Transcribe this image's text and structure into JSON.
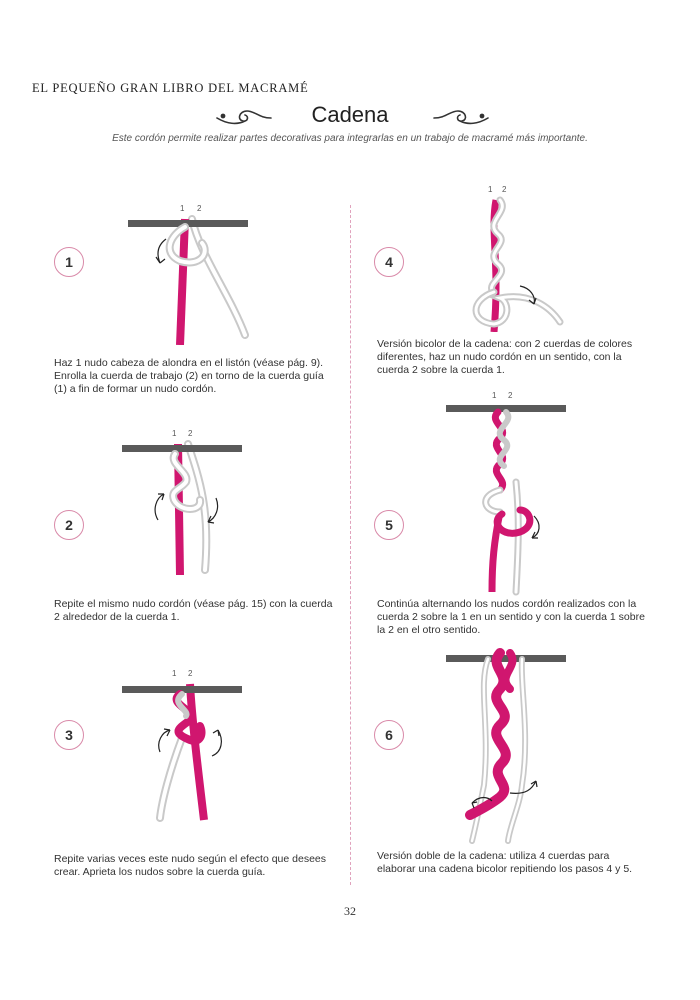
{
  "header": {
    "running_head": "EL PEQUEÑO GRAN LIBRO DEL MACRAMÉ",
    "title": "Cadena",
    "subtitle": "Este cordón permite realizar partes decorativas para integrarlas en un trabajo de macramé más importante."
  },
  "colors": {
    "pink": "#d0166f",
    "gray": "#c9c9c9",
    "bar": "#5a5a5a",
    "accent": "#d98aa9"
  },
  "steps": [
    {
      "number": "1",
      "cord_labels": [
        "1",
        "2"
      ],
      "text": "Haz 1 nudo cabeza de alondra en el listón (véase pág. 9). Enrolla la cuerda de trabajo (2) en torno de la cuerda guía (1) a fin de formar un nudo cordón."
    },
    {
      "number": "2",
      "cord_labels": [
        "1",
        "2"
      ],
      "text": "Repite el mismo nudo cordón (véase pág. 15) con la cuerda 2 alrededor de la cuerda 1."
    },
    {
      "number": "3",
      "cord_labels": [
        "1",
        "2"
      ],
      "text": "Repite varias veces este nudo según el efecto que desees crear. Aprieta los nudos sobre la cuerda guía."
    },
    {
      "number": "4",
      "cord_labels": [
        "1",
        "2"
      ],
      "text": "Versión bicolor de la cadena: con 2 cuerdas de colores diferentes, haz un nudo cordón en un sentido, con la cuerda 2 sobre la cuerda 1."
    },
    {
      "number": "5",
      "cord_labels": [
        "1",
        "2"
      ],
      "text": "Continúa alternando los nudos cordón realizados con la cuerda 2 sobre la 1 en un sentido y con la cuerda 1 sobre la 2 en el otro sentido."
    },
    {
      "number": "6",
      "cord_labels": [],
      "text": "Versión doble de la cadena: utiliza 4 cuerdas para elaborar una cadena bicolor repitiendo los pasos 4 y 5."
    }
  ],
  "footer": {
    "page_number": "32"
  }
}
